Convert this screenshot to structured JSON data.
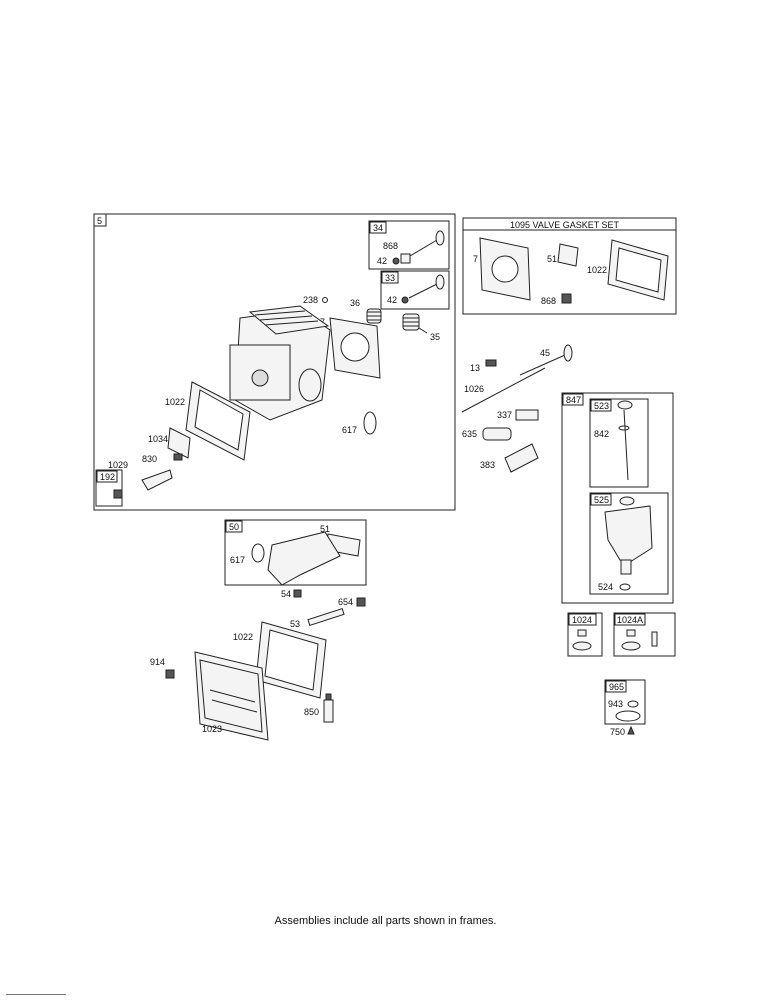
{
  "frames": {
    "cylinder_head_assembly": "5",
    "exhaust_valve": "34",
    "intake_valve": "33",
    "valve_gasket_set": "1095 VALVE GASKET SET",
    "breather": "192",
    "intake_manifold": "50",
    "oil_fill": "847",
    "dipstick": "523",
    "dipstick_tube": "525",
    "oil_cap": "1024",
    "oil_cap_a": "1024A",
    "gasket_kit": "965"
  },
  "labels": {
    "l868a": "868",
    "l42a": "42",
    "l42b": "42",
    "l238": "238",
    "l36": "36",
    "l7a": "7",
    "l35": "35",
    "l1022a": "1022",
    "l1034": "1034",
    "l830": "830",
    "l1029": "1029",
    "l617a": "617",
    "l7b": "7",
    "l51a": "51",
    "l1022b": "1022",
    "l868b": "868",
    "l45": "45",
    "l13": "13",
    "l1026": "1026",
    "l337": "337",
    "l635": "635",
    "l383": "383",
    "l842": "842",
    "l524": "524",
    "l51b": "51",
    "l617b": "617",
    "l54": "54",
    "l654": "654",
    "l53": "53",
    "l1022c": "1022",
    "l914": "914",
    "l850": "850",
    "l1023": "1023",
    "l943": "943",
    "l750": "750"
  },
  "caption": "Assemblies include all parts shown in frames."
}
